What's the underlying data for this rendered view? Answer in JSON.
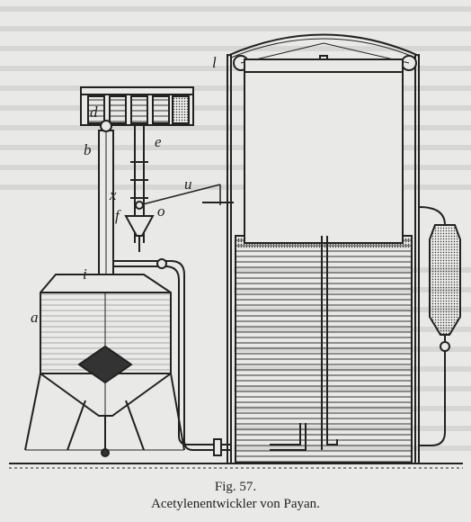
{
  "caption": {
    "figure_number": "Fig. 57.",
    "title": "Acetylenentwickler von Payan."
  },
  "labels": {
    "a": "a",
    "b": "b",
    "d": "d",
    "e": "e",
    "f": "f",
    "i": "i",
    "l": "l",
    "o": "o",
    "u": "u",
    "x": "x"
  }
}
